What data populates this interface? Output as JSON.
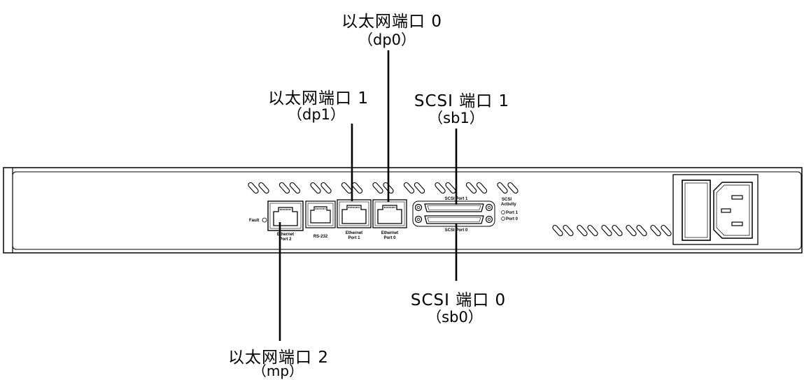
{
  "callouts": {
    "ethernet_port_0": {
      "label": "以太网端口 0",
      "device": "（dp0）"
    },
    "ethernet_port_1": {
      "label": "以太网端口 1",
      "device": "（dp1）"
    },
    "scsi_port_1": {
      "label": "SCSI 端口 1",
      "device": "（sb1）"
    },
    "scsi_port_0": {
      "label": "SCSI 端口 0",
      "device": "（sb0）"
    },
    "ethernet_port_2": {
      "label": "以太网端口 2",
      "device": "（mp）"
    }
  },
  "panel": {
    "fault_label": "Fault",
    "ethernet_port_2": [
      "Ethernet",
      "Port 2"
    ],
    "rs232": "RS-232",
    "ethernet_port_1": [
      "Ethernet",
      "Port 1"
    ],
    "ethernet_port_0": [
      "Ethernet",
      "Port 0"
    ],
    "scsi_port_1": "SCSI Port 1",
    "scsi_port_0": "SCSI Port 0",
    "scsi_activity": [
      "SCSI",
      "Activity"
    ],
    "activity_led_port_1": "Port 1",
    "activity_led_port_0": "Port 0"
  },
  "icons": {
    "ethernet": "rj45-jack-icon",
    "serial": "rs232-jack-icon",
    "scsi": "scsi-connector-icon",
    "power_switch": "power-switch-icon",
    "power_inlet": "power-inlet-icon",
    "led": "led-indicator-icon"
  },
  "colors": {
    "ink": "#000000",
    "paper": "#ffffff"
  }
}
